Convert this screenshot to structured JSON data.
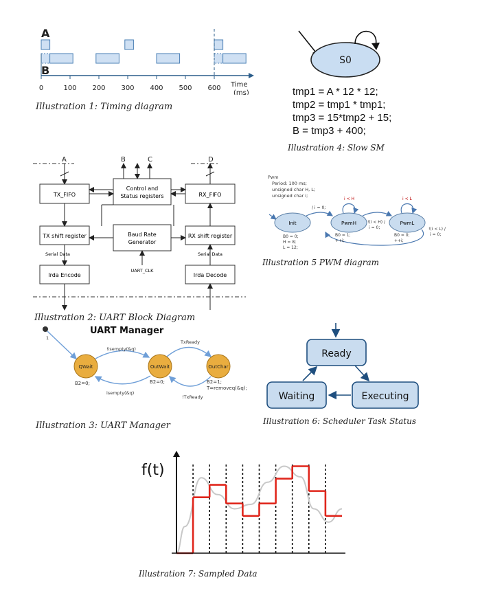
{
  "timing": {
    "caption": "Illustration 1: Timing diagram",
    "signal_a": "A",
    "signal_b": "B",
    "axis_unit_1": "Time",
    "axis_unit_2": "(ms)",
    "ticks": [
      "0",
      "100",
      "200",
      "300",
      "400",
      "500",
      "600"
    ],
    "a_pulses": [
      [
        0,
        30
      ],
      [
        290,
        320
      ],
      [
        600,
        630
      ]
    ],
    "b_pulses": [
      [
        0,
        30
      ],
      [
        30,
        110
      ],
      [
        190,
        270
      ],
      [
        400,
        480
      ],
      [
        600,
        630
      ],
      [
        630,
        710
      ]
    ],
    "colors": {
      "pulse_fill": "#cfe0f3",
      "pulse_stroke": "#4a7fb5",
      "axis": "#2b5d8a"
    }
  },
  "slow_sm": {
    "caption": "Illustration 4: Slow SM",
    "state": "S0",
    "code": [
      "tmp1 = A * 12 * 12;",
      "tmp2 = tmp1 * tmp1;",
      "tmp3 = 15*tmp2 + 15;",
      "B = tmp3 + 400;"
    ],
    "colors": {
      "state_fill": "#c9ddf2",
      "state_stroke": "#222222"
    }
  },
  "uart_block": {
    "caption": "Illustration 2: UART Block Diagram",
    "pins": {
      "a": "A",
      "b": "B",
      "c": "C",
      "d": "D"
    },
    "blocks": {
      "tx_fifo": "TX_FIFO",
      "control_1": "Control and",
      "control_2": "Status registers",
      "rx_fifo": "RX_FIFO",
      "tx_shift": "TX shift register",
      "baud_1": "Baud Rate",
      "baud_2": "Generator",
      "rx_shift": "RX shift register",
      "irda_encode": "Irda Encode",
      "irda_decode": "Irda Decode"
    },
    "serial_left": "Serial Data",
    "serial_right": "Serial Data",
    "clock": "UART_CLK"
  },
  "pwm": {
    "caption": "Illustration 5 PWM diagram",
    "header": [
      "Pwm",
      "Period: 100 ms;",
      "unsigned char H, L;",
      "unsigned char i;"
    ],
    "states": {
      "init": "Init",
      "pwmh": "PwmH",
      "pwml": "PwmL"
    },
    "init_actions": [
      "B0 = 0;",
      "H = 8;",
      "L = 12;"
    ],
    "pwmh_actions": [
      "B0 = 1;",
      "++i;"
    ],
    "pwml_actions": [
      "B0 = 0;",
      "++i;"
    ],
    "t_init": "/ i = 0;",
    "t_h_self": "i < H",
    "t_h_to_l_1": "!(i < H) /",
    "t_h_to_l_2": "i = 0;",
    "t_l_self": "i < L",
    "t_l_back_1": "!(i < L) /",
    "t_l_back_2": "i = 0;",
    "colors": {
      "state_fill": "#c9dcef",
      "state_stroke": "#5b7fa6",
      "arrow": "#4a78b0"
    }
  },
  "uart_manager": {
    "title": "UART Manager",
    "caption": "Illustration 3: UART Manager",
    "initial": "1",
    "states": {
      "qwait": "QWait",
      "outwait": "OutWait",
      "outchar": "OutChar"
    },
    "qwait_action": "B2=0;",
    "outwait_action": "B2=0;",
    "outchar_action_1": "B2=1;",
    "outchar_action_2": "T=removeq(&q);",
    "t_q_to_out": "!isempty(&q)",
    "t_out_to_q": "isempty(&q)",
    "t_out_to_char": "TxReady",
    "t_char_to_out": "!TxReady",
    "colors": {
      "state_fill": "#e9ad3f",
      "state_stroke": "#a87418",
      "arrow": "#6f9fd8"
    }
  },
  "scheduler": {
    "caption": "Illustration 6: Scheduler Task Status",
    "ready": "Ready",
    "waiting": "Waiting",
    "executing": "Executing",
    "colors": {
      "box_fill": "#c9dcef",
      "box_stroke": "#1f4f7f",
      "arrow": "#1f4f7f"
    }
  },
  "sampled": {
    "caption": "Illustration 7: Sampled Data",
    "ylabel": "f(t)",
    "colors": {
      "signal": "#c8c8c8",
      "sampled": "#e0261c",
      "axis": "#111111"
    }
  },
  "chart_data": {
    "type": "line",
    "ylabel": "f(t)",
    "x": [
      0,
      1,
      2,
      3,
      4,
      5,
      6,
      7,
      8,
      9
    ],
    "series": [
      {
        "values": [
          0,
          0.63,
          0.77,
          0.56,
          0.42,
          0.56,
          0.84,
          0.98,
          0.7,
          0.42
        ]
      }
    ],
    "xlim": [
      0,
      10
    ],
    "ylim": [
      0,
      1.1
    ],
    "grid": "vertical dashed sample lines"
  }
}
